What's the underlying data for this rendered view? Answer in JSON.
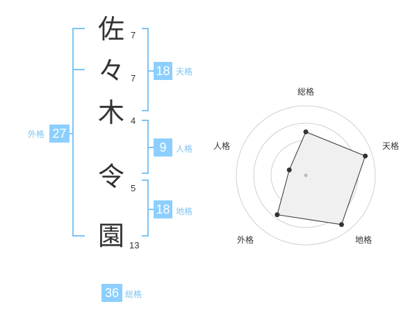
{
  "name_chars": [
    {
      "char": "佐",
      "strokes": "7"
    },
    {
      "char": "々",
      "strokes": "7"
    },
    {
      "char": "木",
      "strokes": "4"
    },
    {
      "char": "令",
      "strokes": "5"
    },
    {
      "char": "園",
      "strokes": "13"
    }
  ],
  "grids": {
    "tenkaku": {
      "value": "18",
      "label": "天格"
    },
    "jinkaku": {
      "value": "9",
      "label": "人格"
    },
    "chikaku": {
      "value": "18",
      "label": "地格"
    },
    "gaikaku": {
      "value": "27",
      "label": "外格"
    },
    "soukaku": {
      "value": "36",
      "label": "総格"
    }
  },
  "radar": {
    "labels": {
      "soukaku": "総格",
      "tenkaku": "天格",
      "chikaku": "地格",
      "gaikaku": "外格",
      "jinkaku": "人格"
    },
    "max": 4,
    "values": {
      "soukaku": 2.5,
      "tenkaku": 3.6,
      "chikaku": 3.5,
      "gaikaku": 2.8,
      "jinkaku": 1.0
    }
  },
  "colors": {
    "accent": "#8ccfff",
    "bracket": "#7ec4f2",
    "text": "#333333"
  }
}
